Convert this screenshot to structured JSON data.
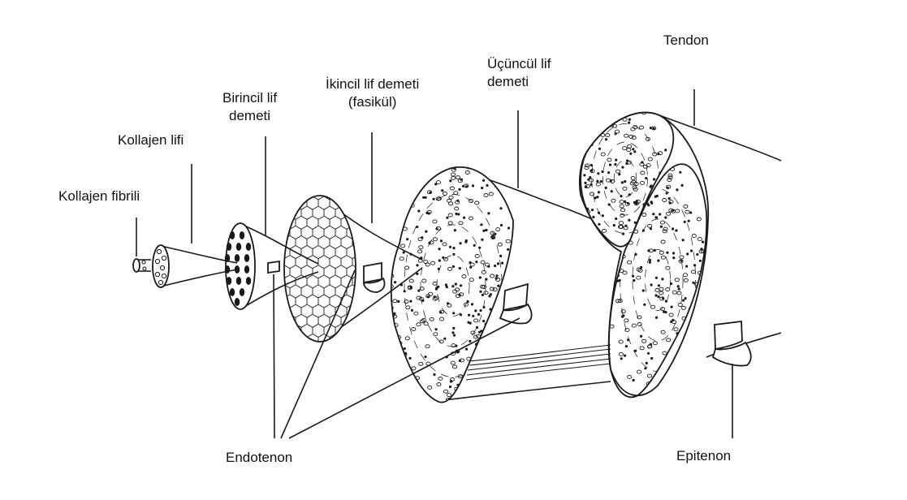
{
  "labels": {
    "kollajen_fibrili": "Kollajen fibrili",
    "kollajen_lifi": "Kollajen lifi",
    "birincil_line1": "Birincil lif",
    "birincil_line2": "demeti",
    "ikincil_line1": "İkincil lif demeti",
    "ikincil_line2": "(fasikül)",
    "ucuncul_line1": "Üçüncül lif",
    "ucuncul_line2": "demeti",
    "tendon": "Tendon",
    "endotenon": "Endotenon",
    "epitenon": "Epitenon"
  },
  "colors": {
    "ink": "#1a1a1a",
    "background": "#ffffff"
  }
}
